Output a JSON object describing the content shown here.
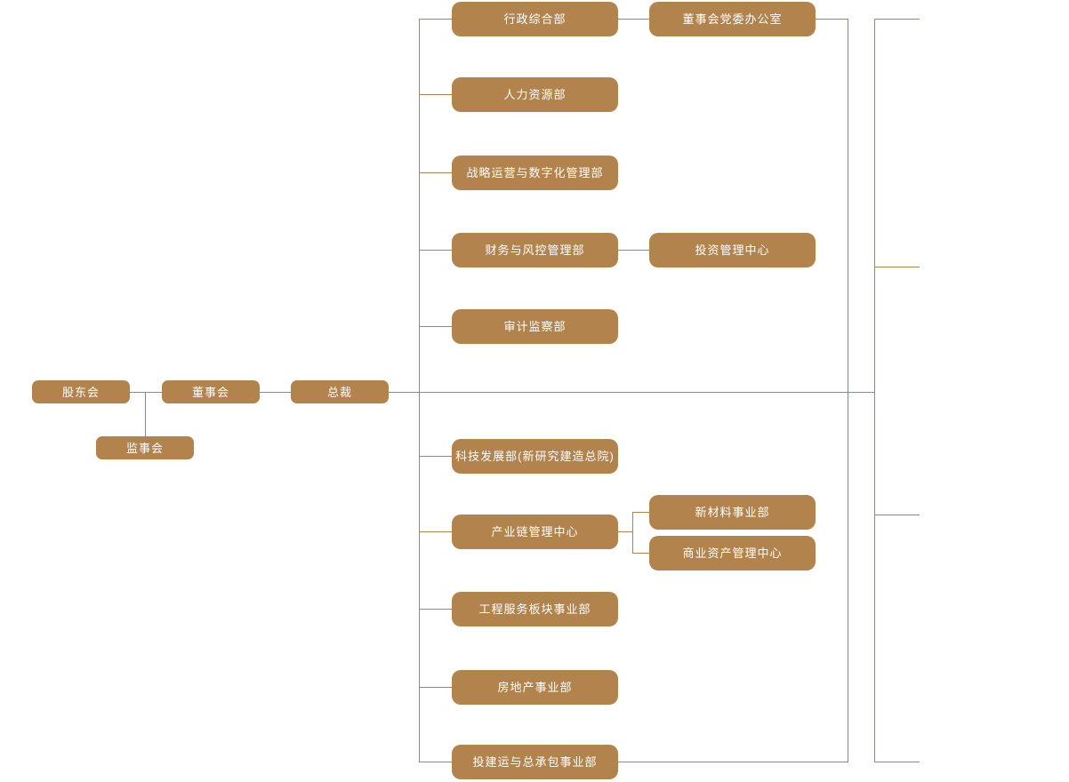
{
  "palette": {
    "background": "#ffffff",
    "node_fill": "#b2834d",
    "node_text": "#ffffff",
    "connector": "#b08446"
  },
  "org_chart": {
    "nodes": [
      {
        "id": "shareholders-meeting",
        "label": "股东会"
      },
      {
        "id": "supervisory-board",
        "label": "监事会"
      },
      {
        "id": "board-of-directors",
        "label": "董事会"
      },
      {
        "id": "president",
        "label": "总裁"
      },
      {
        "id": "admin-general-dept",
        "label": "行政综合部"
      },
      {
        "id": "board-party-committee-office",
        "label": "董事会党委办公室"
      },
      {
        "id": "human-resources-dept",
        "label": "人力资源部"
      },
      {
        "id": "strategy-ops-digital-dept",
        "label": "战略运营与数字化管理部"
      },
      {
        "id": "finance-risk-control-dept",
        "label": "财务与风控管理部"
      },
      {
        "id": "investment-management-center",
        "label": "投资管理中心"
      },
      {
        "id": "audit-supervision-dept",
        "label": "审计监察部"
      },
      {
        "id": "tech-development-dept",
        "label": "科技发展部(新研究建造总院)"
      },
      {
        "id": "industry-chain-management-center",
        "label": "产业链管理中心"
      },
      {
        "id": "new-materials-division",
        "label": "新材料事业部"
      },
      {
        "id": "commercial-asset-management-center",
        "label": "商业资产管理中心"
      },
      {
        "id": "engineering-services-division",
        "label": "工程服务板块事业部"
      },
      {
        "id": "real-estate-division",
        "label": "房地产事业部"
      },
      {
        "id": "investment-construction-epc-division",
        "label": "投建运与总承包事业部"
      }
    ]
  }
}
